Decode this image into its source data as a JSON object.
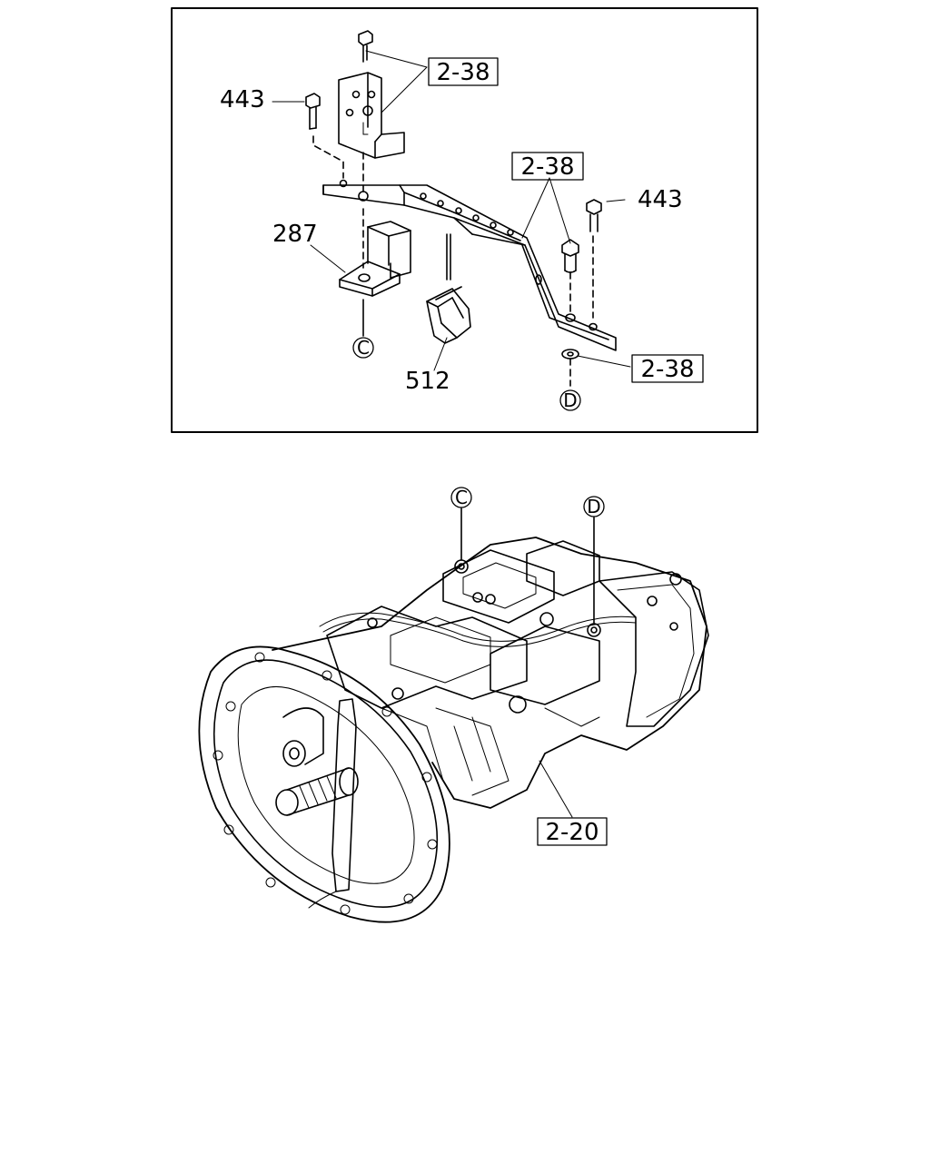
{
  "upper_detail": {
    "part_labels": {
      "bolt_top_left": "443",
      "bolt_right": "443",
      "rubber_mount": "287",
      "clip": "512"
    },
    "reference_boxes": {
      "top_bracket": "2-38",
      "crossmember": "2-38",
      "washer": "2-38"
    },
    "connection_markers": {
      "c": "C",
      "d": "D"
    }
  },
  "lower_detail": {
    "connection_markers": {
      "c": "C",
      "d": "D"
    },
    "reference_boxes": {
      "transmission": "2-20"
    }
  }
}
